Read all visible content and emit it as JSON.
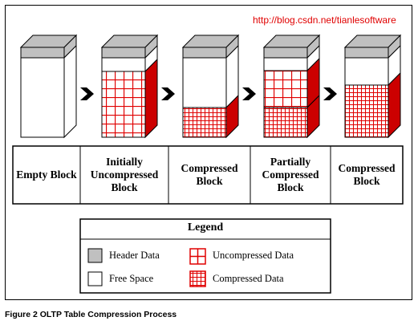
{
  "watermark": "http://blog.csdn.net/tianlesoftware",
  "colors": {
    "header_gray": "#c0c0c0",
    "grid_red": "#e00000",
    "side_red": "#cc0000",
    "frame": "#000000"
  },
  "stages": [
    {
      "label": "Empty Block",
      "state": "empty"
    },
    {
      "label": "Initially Uncompressed Block",
      "state": "uncompressed"
    },
    {
      "label": "Compressed Block",
      "state": "compressed"
    },
    {
      "label": "Partially Compressed Block",
      "state": "partial"
    },
    {
      "label": "Compressed Block",
      "state": "compressed-full"
    }
  ],
  "arrow_icon": "chevron-right-icon",
  "legend": {
    "title": "Legend",
    "items": [
      {
        "label": "Header Data",
        "swatch": "header"
      },
      {
        "label": "Uncompressed Data",
        "swatch": "uncompressed"
      },
      {
        "label": "Free Space",
        "swatch": "free"
      },
      {
        "label": "Compressed Data",
        "swatch": "compressed"
      }
    ]
  },
  "caption": "Figure 2 OLTP Table Compression Process"
}
